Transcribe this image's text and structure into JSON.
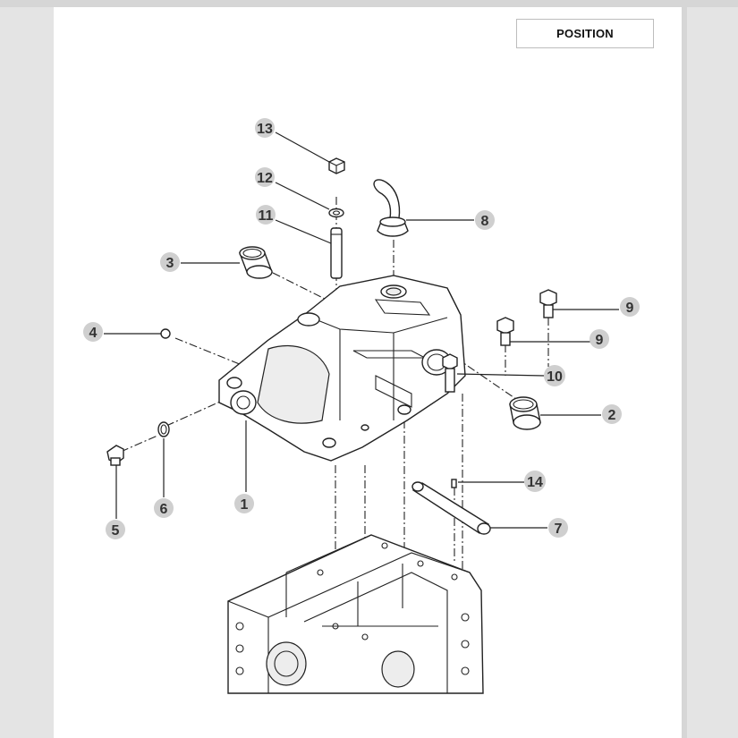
{
  "header": {
    "position_label": "POSITION"
  },
  "callouts": [
    {
      "id": "c13",
      "label": "13"
    },
    {
      "id": "c12",
      "label": "12"
    },
    {
      "id": "c11",
      "label": "11"
    },
    {
      "id": "c8",
      "label": "8"
    },
    {
      "id": "c3",
      "label": "3"
    },
    {
      "id": "c9a",
      "label": "9"
    },
    {
      "id": "c9b",
      "label": "9"
    },
    {
      "id": "c4",
      "label": "4"
    },
    {
      "id": "c10",
      "label": "10"
    },
    {
      "id": "c2",
      "label": "2"
    },
    {
      "id": "c1",
      "label": "1"
    },
    {
      "id": "c6",
      "label": "6"
    },
    {
      "id": "c5",
      "label": "5"
    },
    {
      "id": "c14",
      "label": "14"
    },
    {
      "id": "c7",
      "label": "7"
    }
  ]
}
